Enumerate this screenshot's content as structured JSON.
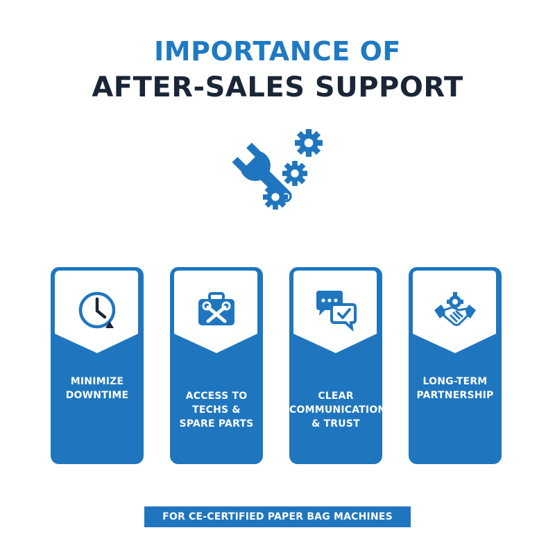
{
  "title": {
    "line1": "IMPORTANCE OF",
    "line2": "AFTER-SALES SUPPORT"
  },
  "hero": {
    "icon": "wrench-gears-icon"
  },
  "colors": {
    "accent": "#1f76bf",
    "title_accent": "#1f7ac4",
    "title_dark": "#1a2636",
    "background": "#ffffff"
  },
  "cards": [
    {
      "icon": "clock-icon",
      "label": "MINIMIZE\nDOWNTIME"
    },
    {
      "icon": "toolbox-icon",
      "label": "ACCESS TO\nTECHS &\nSPARE PARTS"
    },
    {
      "icon": "chat-bubbles-icon",
      "label": "CLEAR\nCOMMUNICATION\n& TRUST"
    },
    {
      "icon": "handshake-icon",
      "label": "LONG-TERM\nPARTNERSHIP"
    }
  ],
  "footer": {
    "text": "FOR CE-CERTIFIED PAPER BAG MACHINES"
  }
}
